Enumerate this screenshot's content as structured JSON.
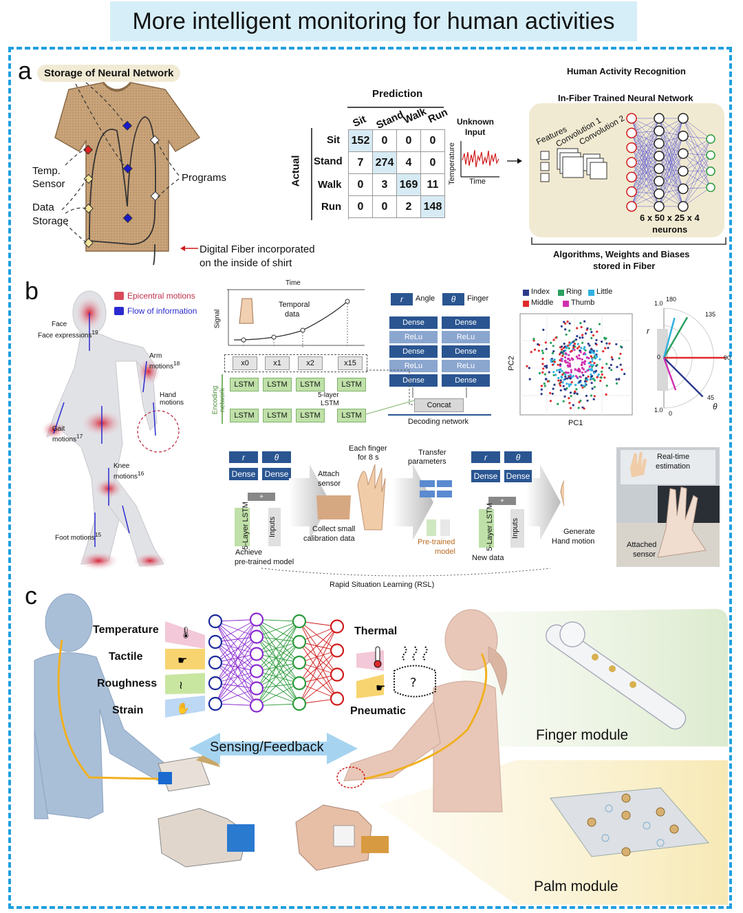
{
  "title": "More intelligent monitoring for human activities",
  "panel_a": {
    "label": "a",
    "storage_label": "Storage of Neural Network",
    "temp_sensor": [
      "Temp.",
      "Sensor"
    ],
    "data_storage": [
      "Data",
      "Storage"
    ],
    "programs": "Programs",
    "digital_fiber": [
      "Digital Fiber incorporated",
      "on the inside of shirt"
    ],
    "prediction": "Prediction",
    "actual": "Actual",
    "columns": [
      "Sit",
      "Stand",
      "Walk",
      "Run"
    ],
    "rows": [
      "Sit",
      "Stand",
      "Walk",
      "Run"
    ],
    "matrix": [
      [
        152,
        0,
        0,
        0
      ],
      [
        7,
        274,
        4,
        0
      ],
      [
        0,
        3,
        169,
        11
      ],
      [
        0,
        0,
        2,
        148
      ]
    ],
    "unknown_input": [
      "Unknown",
      "Input"
    ],
    "temperature": "Temperature",
    "time": "Time",
    "har_title": "Human Activity Recognition",
    "infiber_title": "In-Fiber Trained Neural Network",
    "features": "Features",
    "conv1": "Convolution 1",
    "conv2": "Convolution 2",
    "neurons": [
      "6 x 50 x 25 x 4",
      "neurons"
    ],
    "algorithms": [
      "Algorithms, Weights and Biases",
      "stored in Fiber"
    ]
  },
  "panel_b": {
    "label": "b",
    "legend_epicentral": "Epicentral motions",
    "legend_flow": "Flow of information",
    "colors": {
      "epicentral": "#d84a5a",
      "flow": "#2a2ad0"
    },
    "body_labels": {
      "face": "Face expressions",
      "face_sup": "19",
      "arm": "Arm motions",
      "arm_sup": "18",
      "hand": "Hand motions",
      "gait": "Gait motions",
      "gait_sup": "17",
      "knee": "Knee motions",
      "knee_sup": "16",
      "foot": "Foot motions",
      "foot_sup": "15"
    },
    "time": "Time",
    "signal": "Signal",
    "temporal_data": [
      "Temporal",
      "data"
    ],
    "x_inputs": [
      "x0",
      "x1",
      "x2",
      "x15"
    ],
    "lstm": "LSTM",
    "five_layer": [
      "5-layer",
      "LSTM"
    ],
    "encoding_network": [
      "Encoding",
      "network"
    ],
    "angle": "Angle",
    "finger": "Finger",
    "r": "r",
    "theta": "θ",
    "dense": "Dense",
    "relu": "ReLu",
    "concat": "Concat",
    "decoding_network": "Decoding network",
    "scatter_legend": [
      "Index",
      "Ring",
      "Little",
      "Middle",
      "Thumb"
    ],
    "scatter_colors": [
      "#2a3a8a",
      "#2aa060",
      "#30b0e0",
      "#e02a2a",
      "#d030b0"
    ],
    "pc1": "PC1",
    "pc2": "PC2",
    "polar_ticks": [
      "180",
      "135",
      "90",
      "45",
      "0"
    ],
    "polar_r_ticks": [
      "1.0",
      "1.0",
      "0"
    ],
    "polar_r": "r",
    "polar_theta": "θ",
    "rsl": {
      "five_layer_lstm": "5-Layer LSTM",
      "inputs": "Inputs",
      "achieve": [
        "Achieve",
        "pre-trained model"
      ],
      "attach_sensor": [
        "Attach",
        "sensor"
      ],
      "collect": [
        "Collect small",
        "calibration data"
      ],
      "each_finger": [
        "Each finger",
        "for 8 s"
      ],
      "transfer": [
        "Transfer",
        "parameters"
      ],
      "pretrained": [
        "Pre-trained",
        "model"
      ],
      "new_data": "New data",
      "generate": [
        "Generate",
        "Hand motion"
      ],
      "realtime": [
        "Real-time",
        "estimation"
      ],
      "attached_sensor": [
        "Attached",
        "sensor"
      ],
      "rsl_title": "Rapid Situation Learning (RSL)"
    }
  },
  "panel_c": {
    "label": "c",
    "inputs": [
      "Temperature",
      "Tactile",
      "Roughness",
      "Strain"
    ],
    "outputs": [
      "Thermal",
      "Pneumatic"
    ],
    "sensing_feedback": "Sensing/Feedback",
    "finger_module": "Finger module",
    "palm_module": "Palm module",
    "layer_colors": [
      "#1a2a9a",
      "#8a2ad0",
      "#2a9a3a",
      "#d01a1a"
    ]
  }
}
